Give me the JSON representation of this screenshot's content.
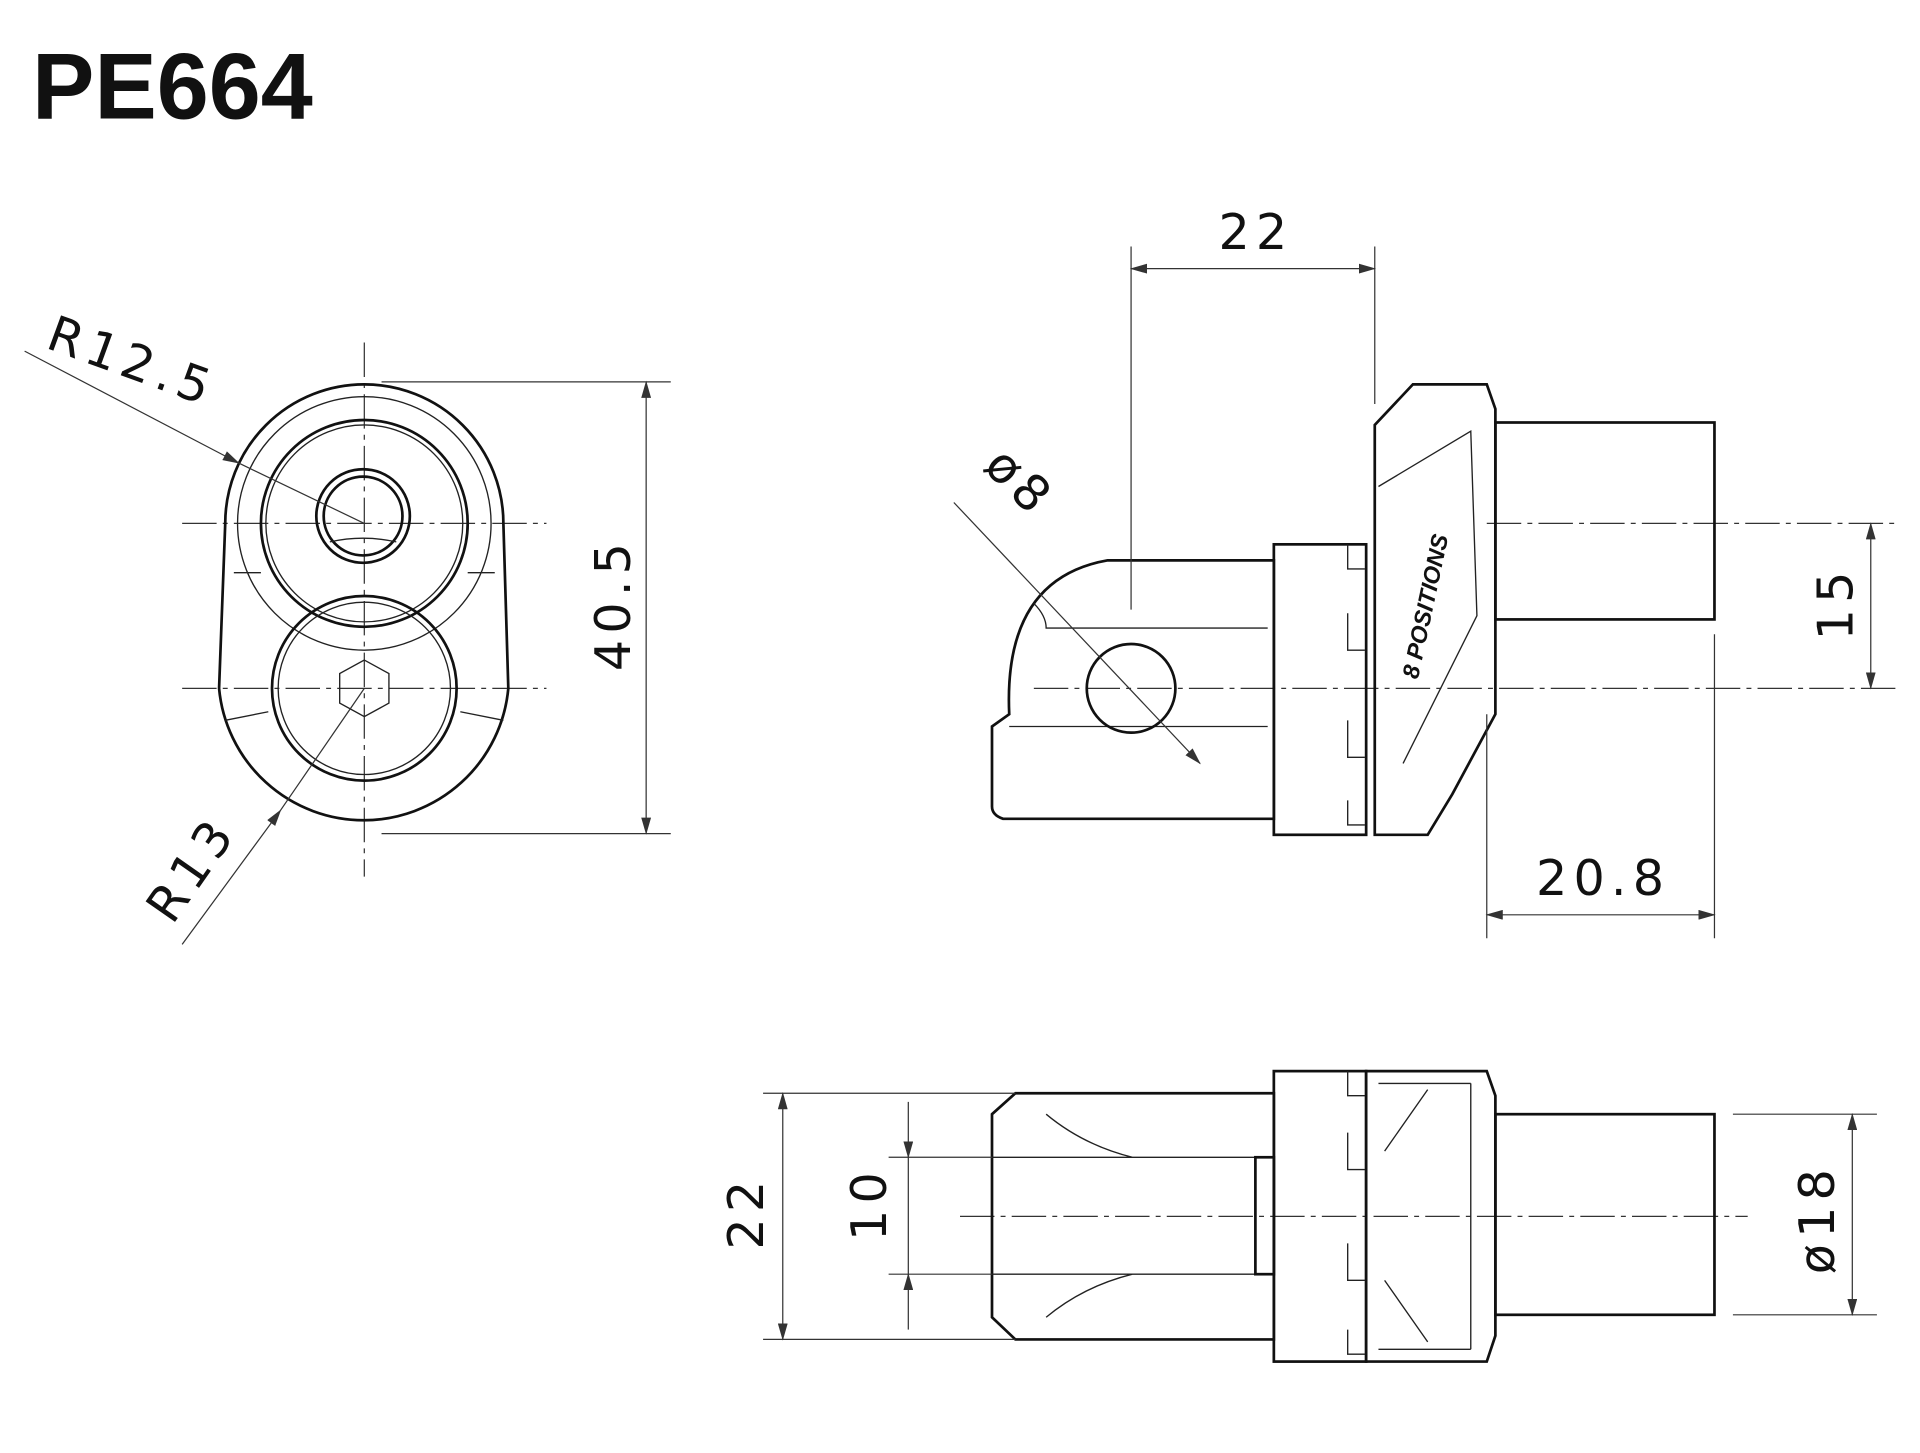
{
  "title": "PE664",
  "front_view": {
    "radius_top": "R12.5",
    "radius_bottom": "R13",
    "height": "40.5"
  },
  "side_view": {
    "offset": "22",
    "hole_diameter": "ø8",
    "engraving": "8 POSITIONS",
    "vertical_offset": "15",
    "shaft_length": "20.8"
  },
  "top_view": {
    "width": "22",
    "slot_width": "10",
    "shaft_diameter": "ø18"
  }
}
